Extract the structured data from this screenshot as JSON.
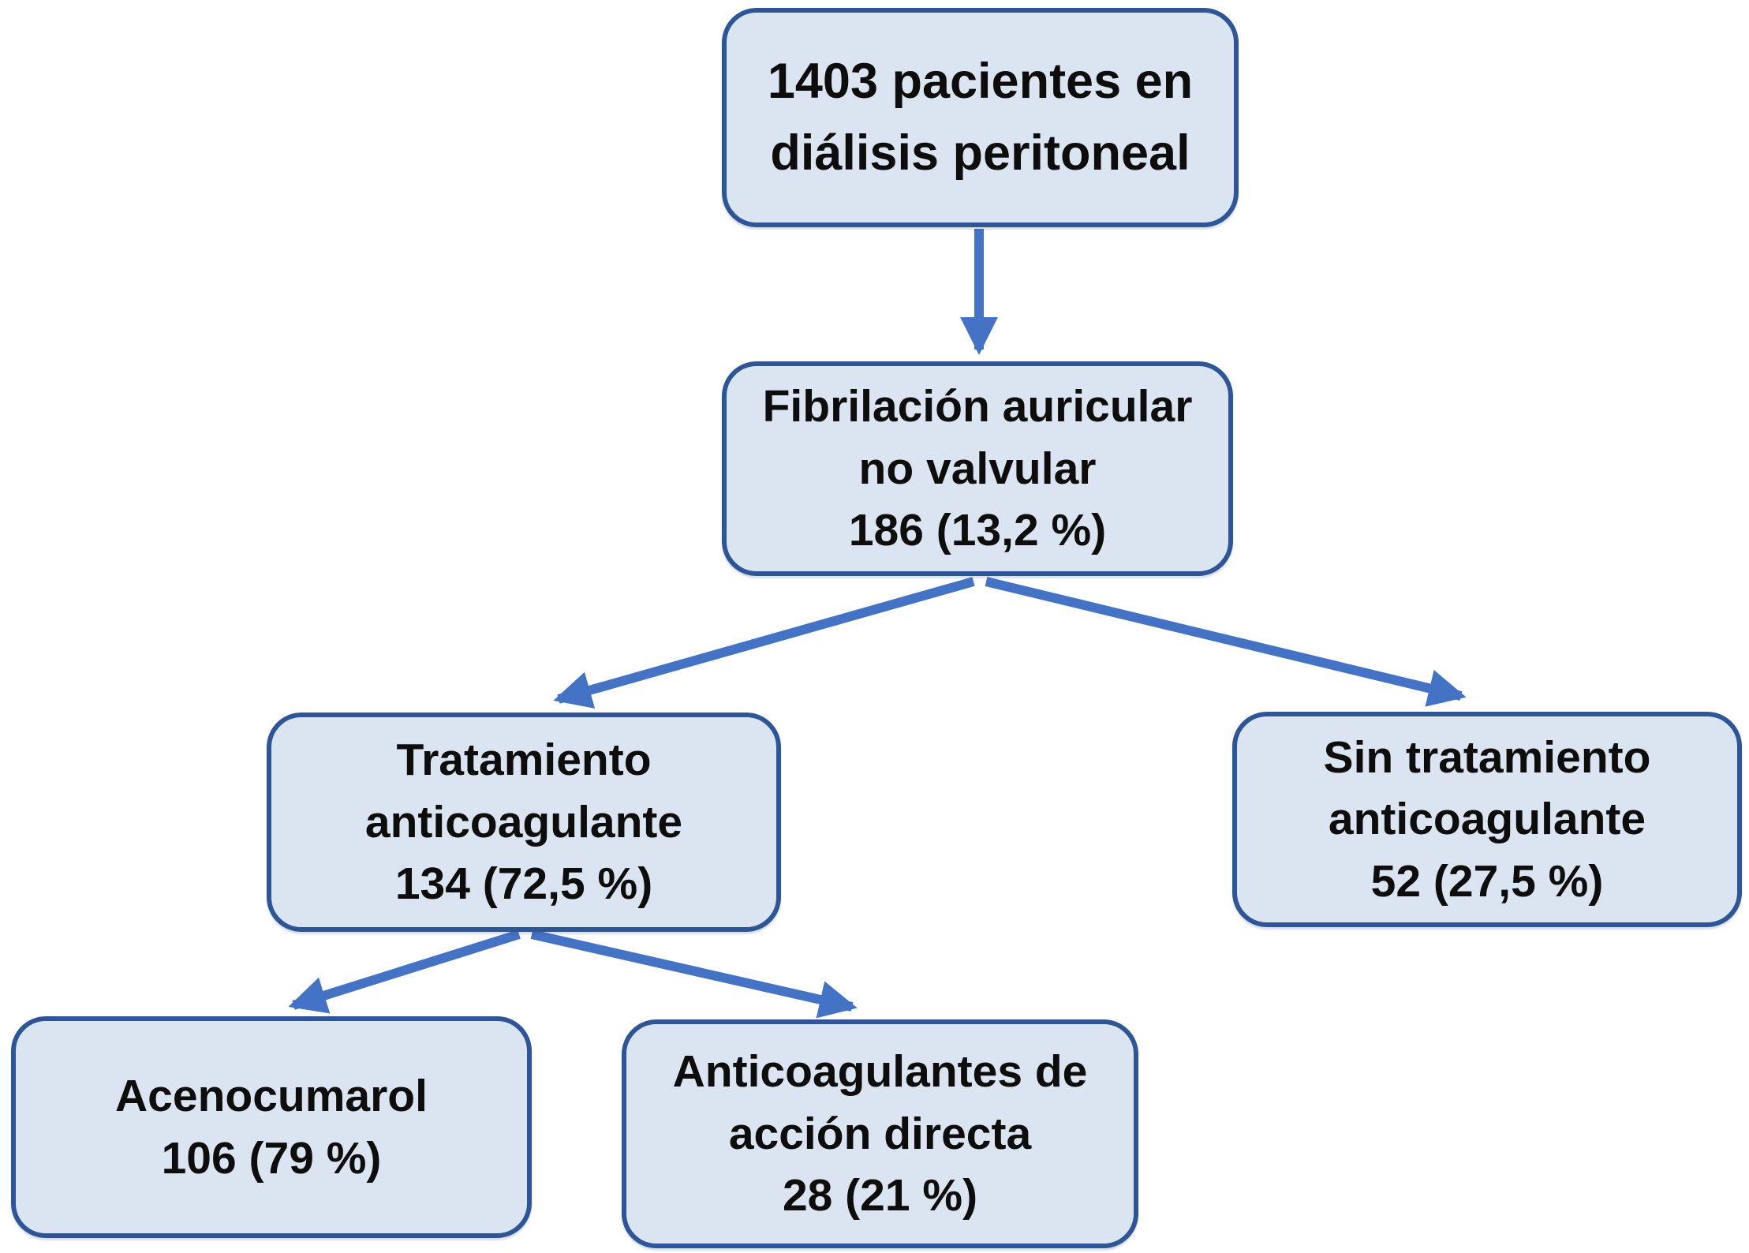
{
  "diagram": {
    "colors": {
      "background": "#ffffff",
      "box_fill": "#dbe5f2",
      "box_border": "#2e5596",
      "arrow": "#4472c4",
      "text": "#0d0d0d"
    },
    "nodes": [
      {
        "id": "peritoneal-dialysis",
        "text": "1403 pacientes en\ndiálisis peritoneal",
        "count": 1403
      },
      {
        "id": "nonvalvular-af",
        "text": "Fibrilación auricular\nno valvular\n186 (13,2 %)",
        "count": 186,
        "percent": "13,2 %"
      },
      {
        "id": "anticoagulant-treatment",
        "text": "Tratamiento\nanticoagulante\n134 (72,5 %)",
        "count": 134,
        "percent": "72,5 %"
      },
      {
        "id": "no-anticoagulant-treatment",
        "text": "Sin tratamiento\nanticoagulante\n52 (27,5 %)",
        "count": 52,
        "percent": "27,5 %"
      },
      {
        "id": "acenocumarol",
        "text": "Acenocumarol\n106 (79 %)",
        "count": 106,
        "percent": "79 %"
      },
      {
        "id": "direct-acting-anticoagulants",
        "text": "Anticoagulantes de\nacción directa\n28 (21 %)",
        "count": 28,
        "percent": "21 %"
      }
    ],
    "edges": [
      {
        "from": "peritoneal-dialysis",
        "to": "nonvalvular-af"
      },
      {
        "from": "nonvalvular-af",
        "to": "anticoagulant-treatment"
      },
      {
        "from": "nonvalvular-af",
        "to": "no-anticoagulant-treatment"
      },
      {
        "from": "anticoagulant-treatment",
        "to": "acenocumarol"
      },
      {
        "from": "anticoagulant-treatment",
        "to": "direct-acting-anticoagulants"
      }
    ]
  }
}
